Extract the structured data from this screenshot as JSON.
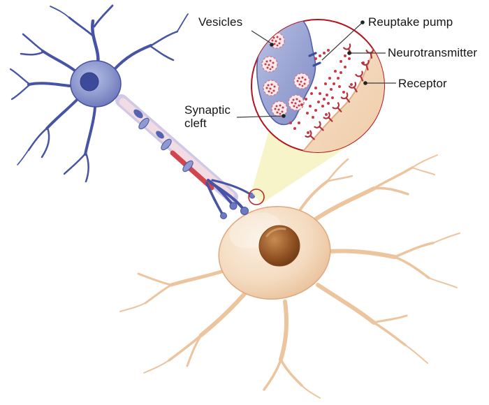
{
  "labels": {
    "vesicles": "Vesicles",
    "reuptake_pump": "Reuptake pump",
    "neurotransmitter": "Neurotransmitter",
    "receptor": "Receptor",
    "synaptic_cleft": [
      "Synaptic",
      "cleft"
    ]
  },
  "colors": {
    "background": "#ffffff",
    "neuron_blue": "#4753a4",
    "neuron_blue_light": "#8a95cc",
    "axon_sheath": "#cfc9e6",
    "axon_inner": "#f1dce4",
    "axon_core_red": "#d2454f",
    "cell_beige": "#f6dfc9",
    "dendrite_beige": "#ecc49e",
    "nucleus_brown": "#8a4b22",
    "inset_border": "#b5121b",
    "vesicle_dot_red": "#c63b47",
    "receptor_red": "#b5303a",
    "label_text": "#151515",
    "leader_line": "#3a3a3a",
    "beam_yellow": "#f6f3c4"
  }
}
